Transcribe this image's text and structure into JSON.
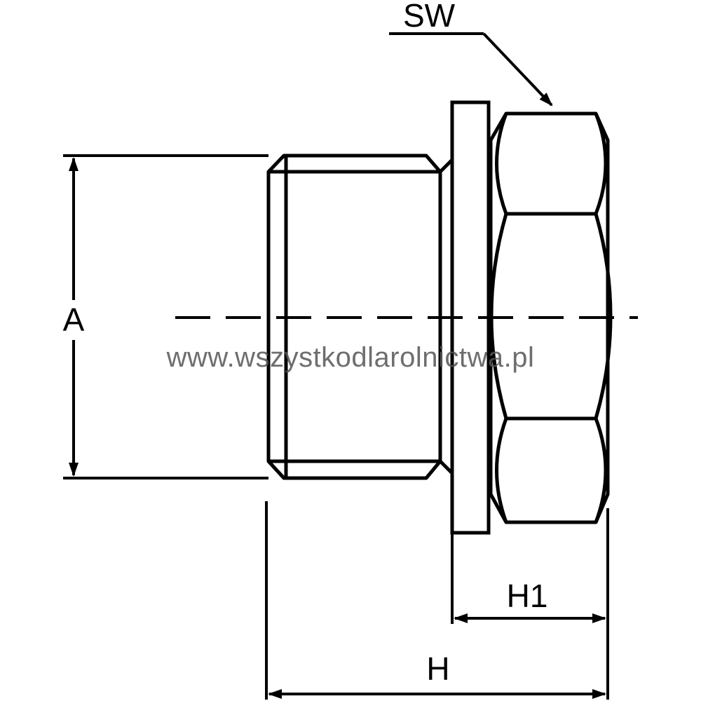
{
  "labels": {
    "sw": "SW",
    "a": "A",
    "h1": "H1",
    "h": "H"
  },
  "watermark": "www.wszystkodlarolnictwa.pl",
  "colors": {
    "line": "#000000",
    "watermark": "#555555",
    "background": "#ffffff"
  }
}
